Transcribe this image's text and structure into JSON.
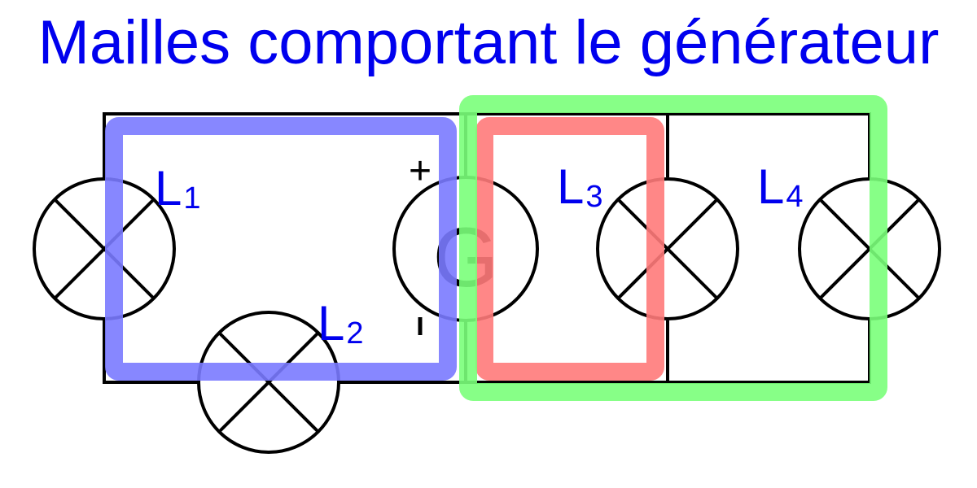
{
  "title": "Mailles comportant le générateur",
  "colors": {
    "title": "#0000ee",
    "labels": "#0000ee",
    "loop_blue": "#7a7aff",
    "loop_red": "#ff7a7a",
    "loop_green": "#7aff7a"
  },
  "generator": {
    "symbol": "G",
    "plus": "+",
    "minus": "-"
  },
  "lamps": [
    {
      "letter": "L",
      "index": "1"
    },
    {
      "letter": "L",
      "index": "2"
    },
    {
      "letter": "L",
      "index": "3"
    },
    {
      "letter": "L",
      "index": "4"
    }
  ]
}
